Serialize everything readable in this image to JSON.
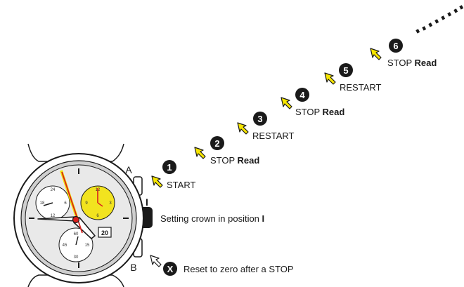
{
  "pushers": {
    "a": "A",
    "b": "B"
  },
  "crown": {
    "position_mark": "I",
    "label_text": "Setting crown in position ",
    "label_bold": "I"
  },
  "steps": [
    {
      "number": "1",
      "text": "START",
      "bold": ""
    },
    {
      "number": "2",
      "text": "STOP ",
      "bold": "Read"
    },
    {
      "number": "3",
      "text": "RESTART",
      "bold": ""
    },
    {
      "number": "4",
      "text": "STOP ",
      "bold": "Read"
    },
    {
      "number": "5",
      "text": "RESTART",
      "bold": ""
    },
    {
      "number": "6",
      "text": "STOP ",
      "bold": "Read"
    }
  ],
  "reset": {
    "symbol": "X",
    "text": "Reset to zero after a STOP"
  },
  "watch": {
    "date": "20",
    "left_subdial": [
      "24",
      "6",
      "18",
      "12"
    ],
    "right_subdial": [
      "12",
      "3",
      "6",
      "9"
    ],
    "bottom_subdial": [
      "60",
      "15",
      "30",
      "45"
    ]
  },
  "colors": {
    "arrow_fill": "#f7e600",
    "arrow_stroke": "#1a1a1a",
    "badge": "#1a1a1a",
    "chrono_hand_red": "#d9201c",
    "chrono_hand_yellow": "#f2e600",
    "subdial_yellow": "#f2e31f",
    "dial": "#e9e9e9"
  }
}
